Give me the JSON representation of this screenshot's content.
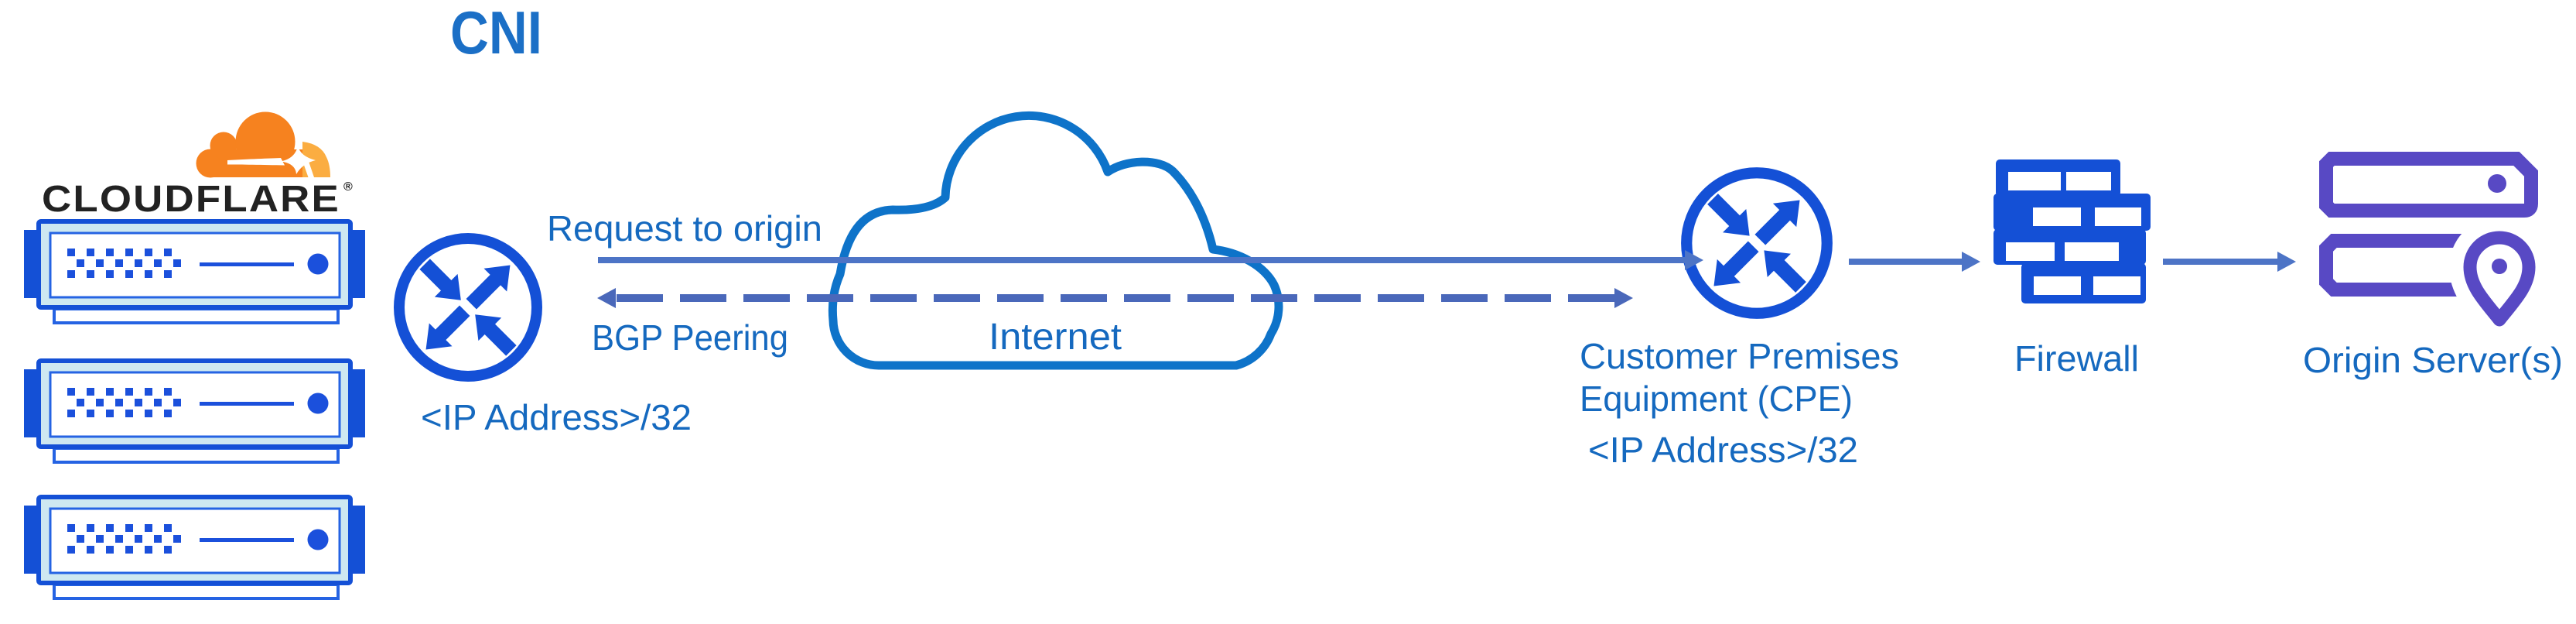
{
  "title": "CNI",
  "colors": {
    "titleBlue": "#1b6fc6",
    "labelBlue": "#1569bf",
    "royal": "#1450d6",
    "panelBlue": "#2563e3",
    "dotBlue": "#1b50dc",
    "serverFill": "#cee8f1",
    "cloudStroke": "#0e73c9",
    "connector": "#4d74c6",
    "connectorDashed": "#4a68ba",
    "orange": "#f6821f",
    "orangeLight": "#fbad41",
    "wordmarkDark": "#222222",
    "purple": "#5849c4"
  },
  "cloudflare": {
    "wordmark": "CLOUDFLARE",
    "registered": "®"
  },
  "edge_router": {
    "ip_label": "<IP Address>/32"
  },
  "connections": {
    "request": {
      "label": "Request to origin",
      "style": "solid",
      "direction": "right"
    },
    "bgp": {
      "label": "BGP Peering",
      "style": "dashed",
      "direction": "both"
    }
  },
  "internet": {
    "label": "Internet"
  },
  "cpe": {
    "label_line1": "Customer Premises",
    "label_line2": "Equipment (CPE)",
    "ip_label": "<IP Address>/32"
  },
  "firewall": {
    "label": "Firewall"
  },
  "origin": {
    "label": "Origin Server(s)"
  }
}
